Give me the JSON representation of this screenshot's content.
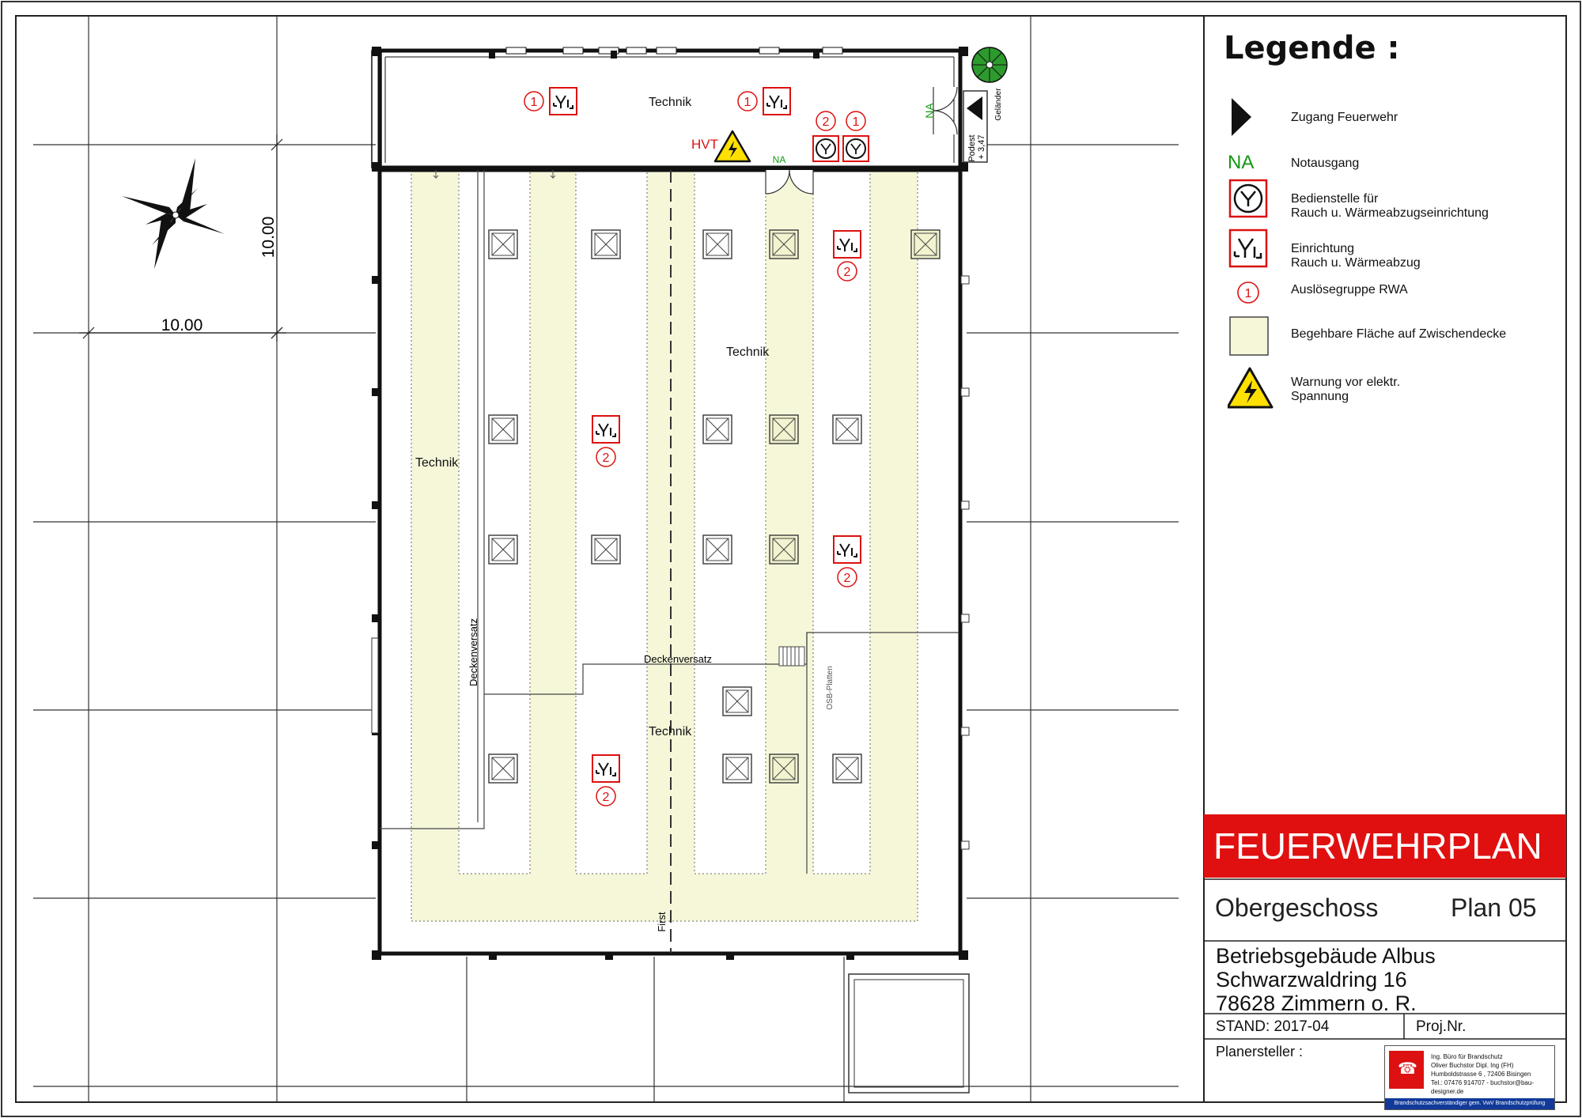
{
  "plan": {
    "grid_dimension_x": "10.00",
    "grid_dimension_y": "10.00",
    "rooms": {
      "technik_top": "Technik",
      "technik_center": "Technik",
      "technik_left": "Technik",
      "technik_lower": "Technik"
    },
    "labels": {
      "hvt": "HVT",
      "na_top": "NA",
      "na_door": "NA",
      "gelaender": "Geländer",
      "podest": "Podest\n+ 3,47",
      "deckenversatz_horizontal": "Deckenversatz",
      "deckenversatz_vertical": "Deckenversatz",
      "osb_platten": "OSB-Platten",
      "first": "First"
    },
    "trigger_groups": {
      "top_left": "1",
      "top_mid": "1",
      "panel_a": "2",
      "panel_b": "1",
      "r1c6": "2",
      "r2c2": "2",
      "r3c6": "2",
      "r4c2": "2"
    }
  },
  "legend": {
    "title": "Legende :",
    "items": [
      {
        "symbol": "access-triangle-icon",
        "text": "Zugang Feuerwehr"
      },
      {
        "symbol": "NA",
        "text": "Notausgang"
      },
      {
        "symbol": "control-panel-icon",
        "text": "Bedienstelle für\nRauch u. Wärmeabzugseinrichtung"
      },
      {
        "symbol": "smoke-vent-icon",
        "text": "Einrichtung\nRauch u. Wärmeabzug"
      },
      {
        "symbol": "1",
        "text": "Auslösegruppe RWA"
      },
      {
        "symbol": "walkable-area-swatch",
        "text": "Begehbare Fläche auf Zwischendecke"
      },
      {
        "symbol": "high-voltage-warning-icon",
        "text": "Warnung vor elektr.\nSpannung"
      }
    ]
  },
  "title_block": {
    "heading": "FEUERWEHRPLAN",
    "floor": "Obergeschoss",
    "plan_no": "Plan 05",
    "address_1": "Betriebsgebäude Albus",
    "address_2": "Schwarzwaldring 16",
    "address_3": "78628 Zimmern o. R.",
    "stand": "STAND: 2017-04",
    "proj": "Proj.Nr.",
    "planer": "Planersteller :",
    "stamp_lines": [
      "Ing. Büro für Brandschutz",
      "Oliver Buchstor Dipl. Ing (FH)",
      "Humboldstrasse 6 , 72406 Bisingen",
      "Tel.: 07476 914707 - buchstor@bau-designer.de"
    ],
    "stamp_footer": "Brandschutzsachverständiger gem. VwV Brandschutzprüfung"
  },
  "colors": {
    "walkable": "#f6f7d9",
    "red": "#e01010",
    "green": "#119911",
    "warning_yellow": "#ffe000"
  }
}
